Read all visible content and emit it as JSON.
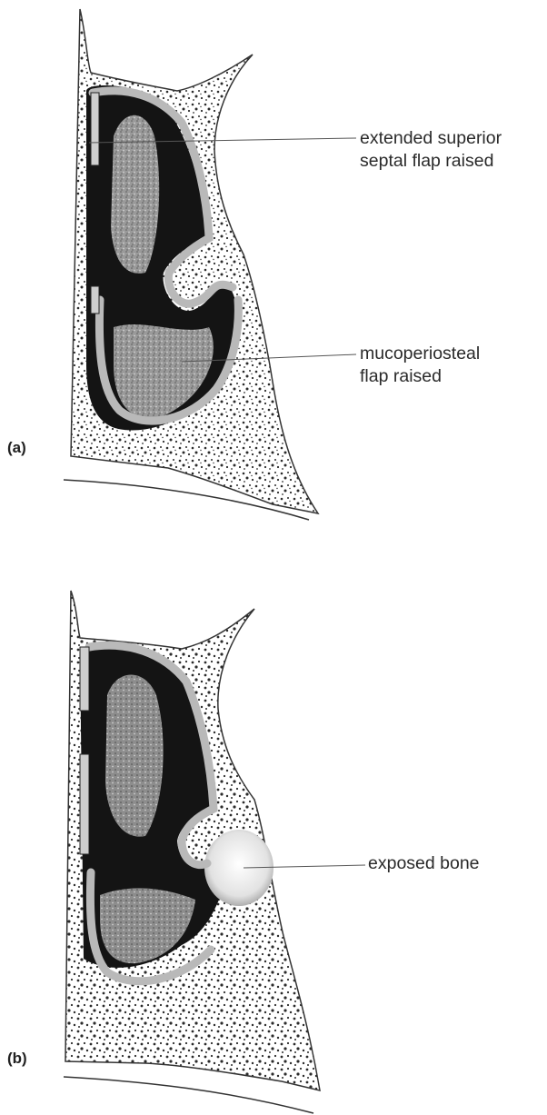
{
  "figure": {
    "panels": [
      {
        "id": "a",
        "tag": "(a)",
        "labels": [
          {
            "line1": "extended superior",
            "line2": "septal flap raised"
          },
          {
            "line1": "mucoperiosteal",
            "line2": "flap raised"
          }
        ]
      },
      {
        "id": "b",
        "tag": "(b)",
        "labels": [
          {
            "line1": "exposed bone"
          }
        ]
      }
    ]
  },
  "colors": {
    "stipple": "#2b2b2b",
    "dark_fill": "#141414",
    "flap": "#b9b9b9",
    "bone": "#e9e9e9"
  }
}
